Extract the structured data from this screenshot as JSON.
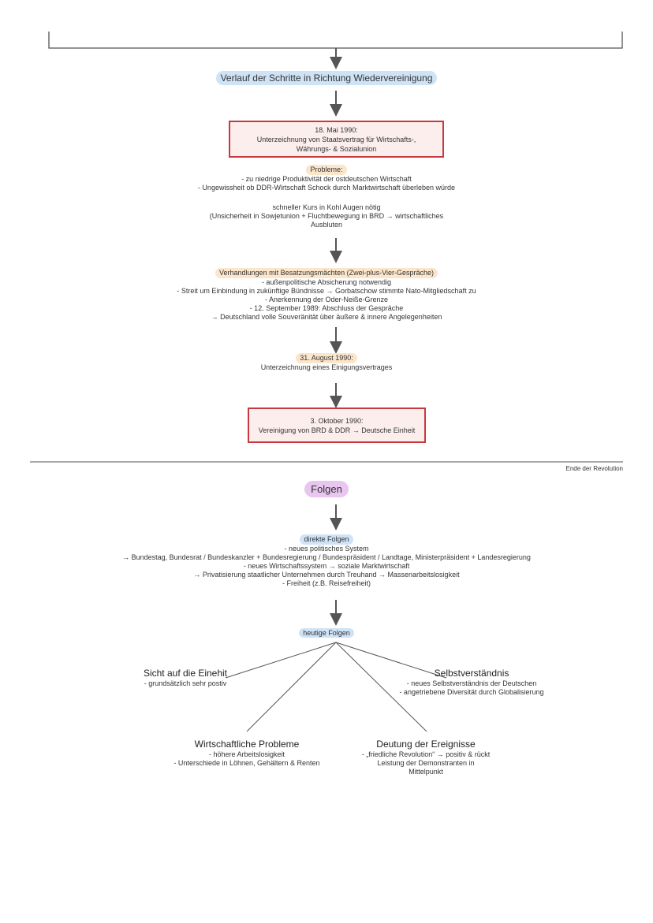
{
  "flow_title": "Verlauf der Schritte in Richtung Wiedervereinigung",
  "step1": {
    "lines": [
      "18. Mai 1990:",
      "Unterzeichnung von Staatsvertrag für Wirtschafts-,",
      "Währungs- & Sozialunion"
    ]
  },
  "probleme": {
    "label": "Probleme:",
    "lines": [
      "- zu niedrige Produktivität der ostdeutschen Wirtschaft",
      "- Ungewissheit ob DDR-Wirtschaft Schock durch Marktwirtschaft überleben würde"
    ],
    "extra_lines": [
      "schneller Kurs in Kohl Augen nötig",
      "(Unsicherheit in Sowjetunion + Fluchtbewegung in BRD → wirtschaftliches",
      "Ausbluten"
    ]
  },
  "verhandlungen": {
    "label": "Verhandlungen mit Besatzungsmächten (Zwei-plus-Vier-Gespräche)",
    "lines": [
      "- außenpolitische Absicherung notwendig",
      "- Streit um Einbindung in zukünftige Bündnisse → Gorbatschow stimmte Nato-Mitgliedschaft zu",
      "- Anerkennung der Oder-Neiße-Grenze",
      "- 12. September 1989: Abschluss der Gespräche",
      "→ Deutschland volle Souveränität über äußere & innere Angelegenheiten"
    ]
  },
  "august": {
    "label": "31. August 1990:",
    "lines": [
      "Unterzeichnung eines Einigungsvertrages"
    ]
  },
  "step_final": {
    "lines": [
      "3. Oktober 1990:",
      "Vereinigung von BRD & DDR → Deutsche Einheit"
    ]
  },
  "end_label": "Ende der Revolution",
  "folgen": {
    "title": "Folgen",
    "direkte": {
      "label": "direkte Folgen",
      "lines": [
        "- neues politisches System",
        "→ Bundestag, Bundesrat / Bundeskanzler + Bundesregierung / Bundespräsident / Landtage, Ministerpräsident + Landesregierung",
        "- neues Wirtschaftssystem → soziale Marktwirtschaft",
        "→ Privatisierung staatlicher Unternehmen durch Treuhand → Massenarbeitslosigkeit",
        "- Freiheit (z.B. Reisefreiheit)"
      ]
    },
    "heutige": {
      "label": "heutige Folgen",
      "branches": [
        {
          "title": "Sicht auf die Einehit",
          "lines": [
            "- grundsätzlich sehr postiv"
          ]
        },
        {
          "title": "Selbstverständnis",
          "lines": [
            "- neues Selbstverständnis der Deutschen",
            "- angetriebene Diversität durch Globalisierung"
          ]
        },
        {
          "title": "Wirtschaftliche Probleme",
          "lines": [
            "- höhere Arbeitslosigkeit",
            "- Unterschiede in Löhnen, Gehältern & Renten"
          ]
        },
        {
          "title": "Deutung der Ereignisse",
          "lines": [
            "- „friedliche Revolution“ → positiv & rückt",
            "Leistung der Demonstranten in",
            "Mittelpunkt"
          ]
        }
      ]
    }
  },
  "colors": {
    "box_border": "#c9383c",
    "box_fill": "#fdeeee",
    "pill_blue": "#cfe3f6",
    "pill_orange": "#fbe6cc",
    "pill_purple": "#e9c6ef",
    "line": "#555555"
  }
}
